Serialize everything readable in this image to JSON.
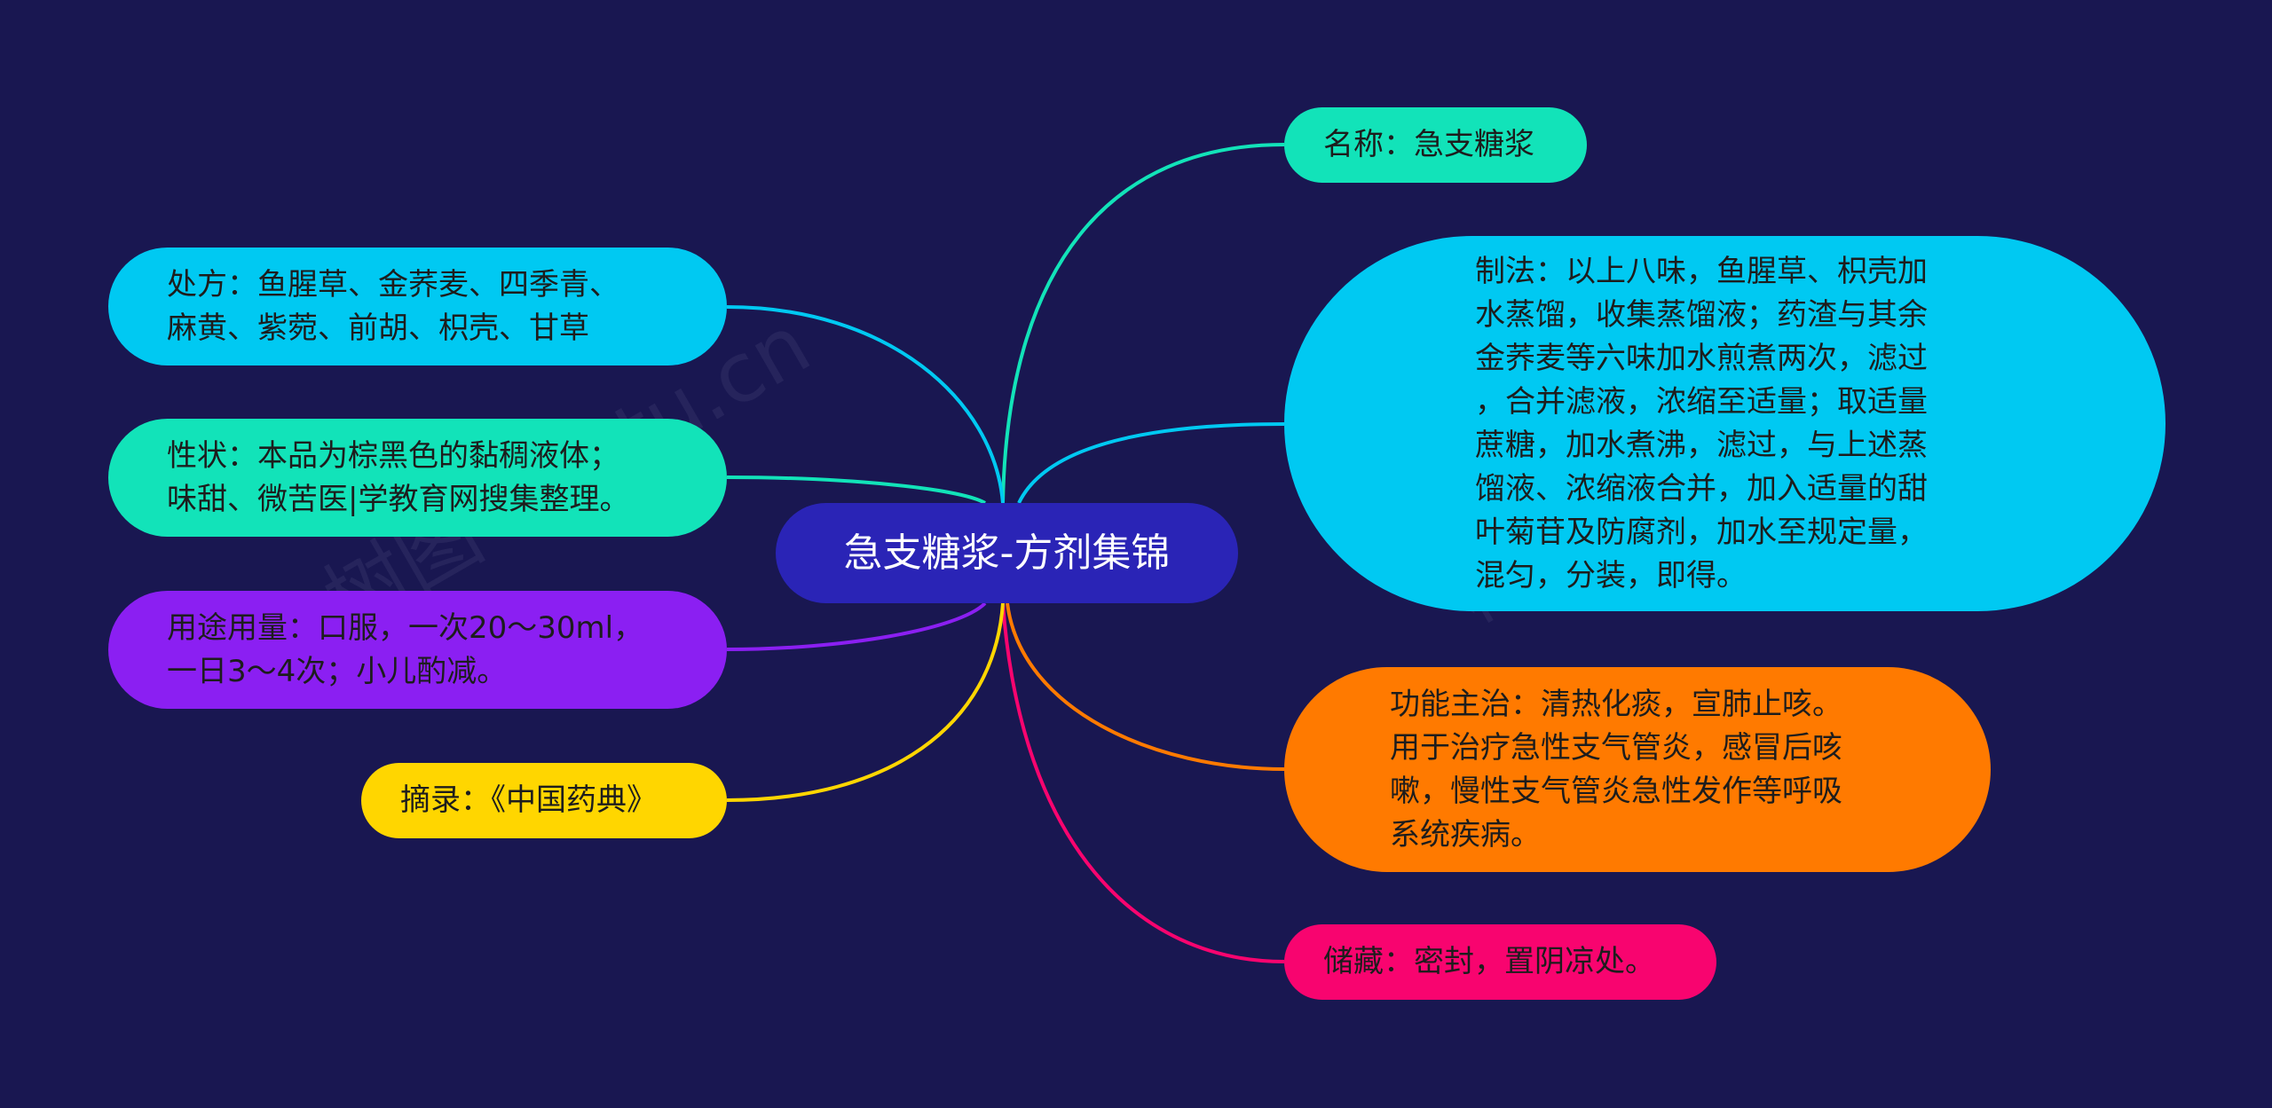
{
  "center": "急支糖浆-方剂集锦",
  "right": {
    "name": "名称：急支糖浆",
    "method": "制法：以上八味，鱼腥草、枳壳加\n水蒸馏，收集蒸馏液；药渣与其余\n金荞麦等六味加水煎煮两次，滤过\n，合并滤液，浓缩至适量；取适量\n蔗糖，加水煮沸，滤过，与上述蒸\n馏液、浓缩液合并，加入适量的甜\n叶菊苷及防腐剂，加水至规定量，\n混匀，分装，即得。",
    "function": "功能主治：清热化痰，宣肺止咳。\n用于治疗急性支气管炎，感冒后咳\n嗽，慢性支气管炎急性发作等呼吸\n系统疾病。",
    "storage": "储藏：密封，置阴凉处。"
  },
  "left": {
    "recipe": "处方：鱼腥草、金荞麦、四季青、\n麻黄、紫菀、前胡、枳壳、甘草",
    "nature": "性状：本品为棕黑色的黏稠液体；\n味甜、微苦医|学教育网搜集整理。",
    "usage": "用途用量：口服，一次20～30ml，\n一日3～4次；小儿酌减。",
    "source": "摘录：《中国药典》"
  },
  "colors": {
    "background": "#191751",
    "center": "#2a24b6",
    "name": "#12e3b9",
    "method": "#00c9f2",
    "function": "#ff7a00",
    "storage": "#f8046f",
    "recipe": "#00c9f2",
    "nature": "#12e3b9",
    "usage": "#8b1ff2",
    "source": "#ffd600"
  },
  "watermark": "树图 shutu.cn"
}
